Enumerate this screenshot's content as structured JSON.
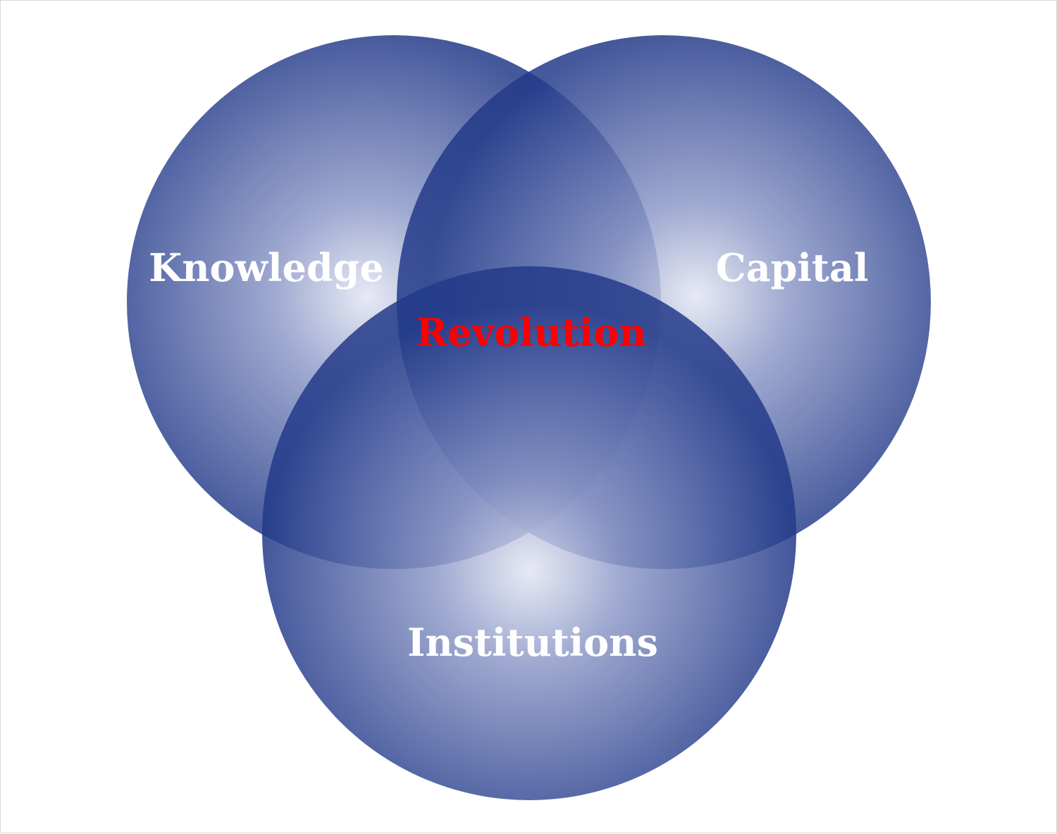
{
  "title": "",
  "sets": [
    {
      "label": "Knowledge",
      "color": "#ffffff"
    },
    {
      "label": "Capital",
      "color": "#ffffff"
    },
    {
      "label": "Institutions",
      "color": "#ffffff"
    }
  ],
  "intersection": {
    "label": "Revolution",
    "color": "#ff0000"
  },
  "colors": {
    "circle_edge": "#233a89",
    "circle_center": "#e3e6f2"
  }
}
